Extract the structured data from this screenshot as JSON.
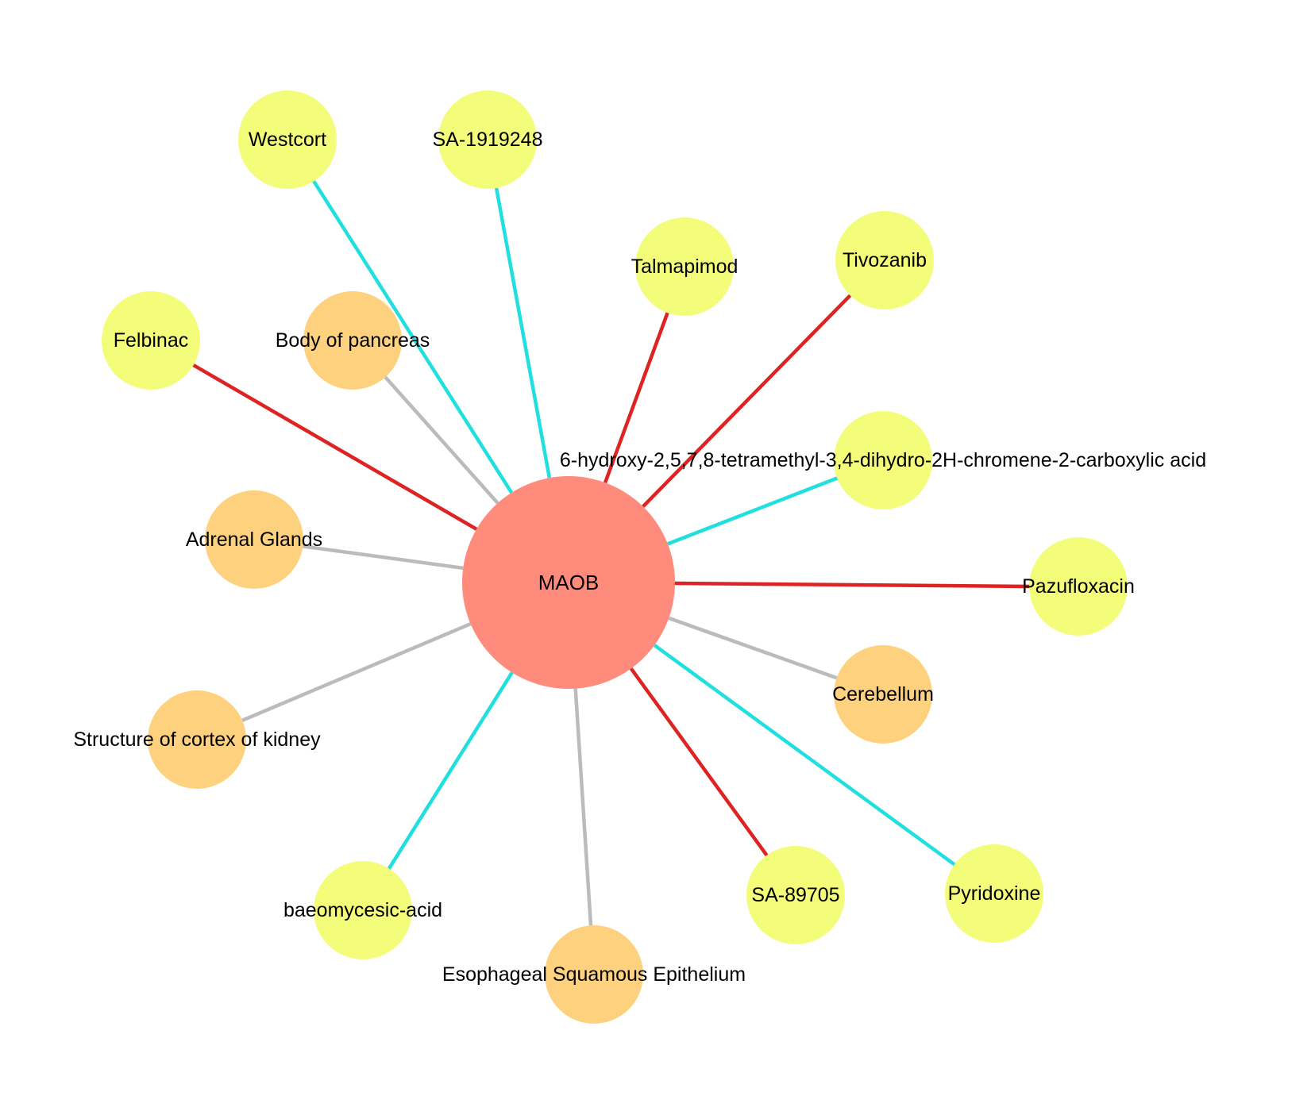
{
  "graph": {
    "center": {
      "label": "MAOB",
      "color": "#fe8b7b"
    },
    "node_colors": {
      "drug": "#f3fd79",
      "tissue": "#fed17f"
    },
    "edge_colors": {
      "red": "#dd2423",
      "cyan": "#22dfdf",
      "gray": "#bbbbbb"
    },
    "nodes": [
      {
        "id": "westcort",
        "label": "Westcort",
        "kind": "drug",
        "edge": "cyan"
      },
      {
        "id": "sa1919248",
        "label": "SA-1919248",
        "kind": "drug",
        "edge": "cyan"
      },
      {
        "id": "talmapimod",
        "label": "Talmapimod",
        "kind": "drug",
        "edge": "red"
      },
      {
        "id": "tivozanib",
        "label": "Tivozanib",
        "kind": "drug",
        "edge": "red"
      },
      {
        "id": "felbinac",
        "label": "Felbinac",
        "kind": "drug",
        "edge": "red"
      },
      {
        "id": "pancreas",
        "label": "Body of pancreas",
        "kind": "tissue",
        "edge": "gray"
      },
      {
        "id": "chromene",
        "label": "6-hydroxy-2,5,7,8-tetramethyl-3,4-dihydro-2H-chromene-2-carboxylic acid",
        "kind": "drug",
        "edge": "cyan"
      },
      {
        "id": "adrenal",
        "label": "Adrenal Glands",
        "kind": "tissue",
        "edge": "gray"
      },
      {
        "id": "pazufloxacin",
        "label": "Pazufloxacin",
        "kind": "drug",
        "edge": "red"
      },
      {
        "id": "cerebellum",
        "label": "Cerebellum",
        "kind": "tissue",
        "edge": "gray"
      },
      {
        "id": "kidney",
        "label": "Structure of cortex of kidney",
        "kind": "tissue",
        "edge": "gray"
      },
      {
        "id": "baeomycesic",
        "label": "baeomycesic-acid",
        "kind": "drug",
        "edge": "cyan"
      },
      {
        "id": "esophageal",
        "label": "Esophageal Squamous Epithelium",
        "kind": "tissue",
        "edge": "gray"
      },
      {
        "id": "sa89705",
        "label": "SA-89705",
        "kind": "drug",
        "edge": "red"
      },
      {
        "id": "pyridoxine",
        "label": "Pyridoxine",
        "kind": "drug",
        "edge": "cyan"
      }
    ]
  }
}
